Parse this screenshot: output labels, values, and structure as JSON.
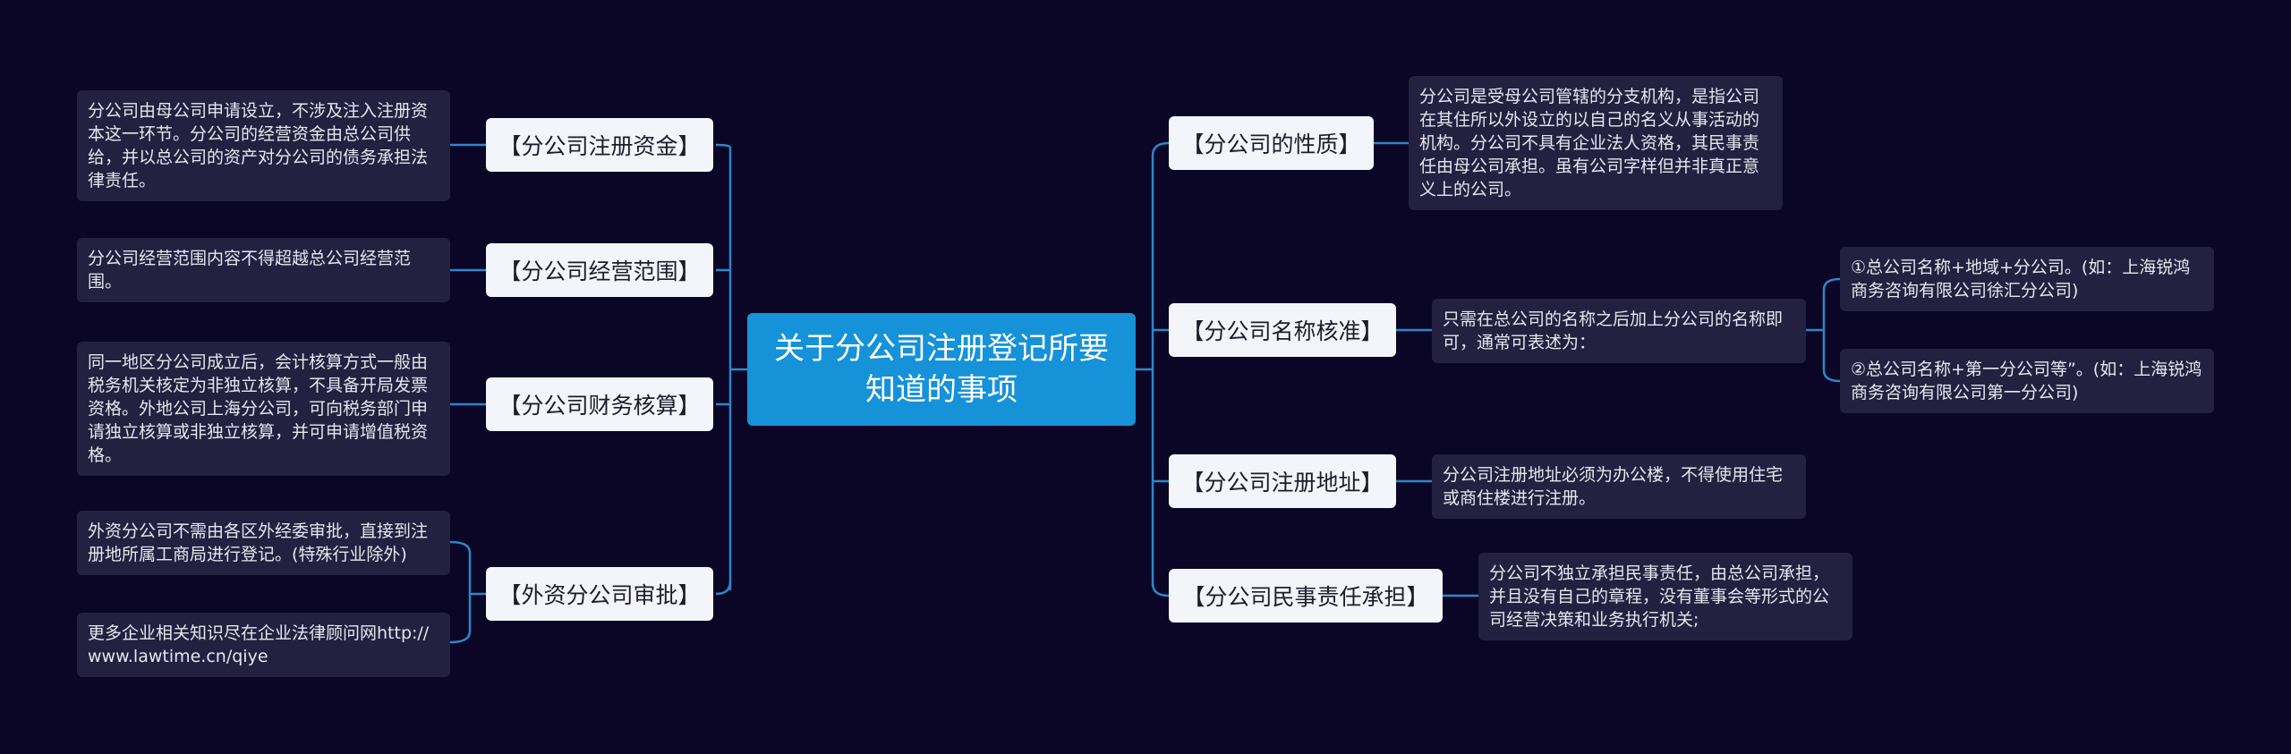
{
  "root": {
    "label": "关于分公司注册登记所要知道的事项"
  },
  "left": [
    {
      "label": "【分公司注册资金】",
      "notes": [
        "分公司由母公司申请设立，不涉及注入注册资本这一环节。分公司的经营资金由总公司供给，并以总公司的资产对分公司的债务承担法律责任。"
      ]
    },
    {
      "label": "【分公司经营范围】",
      "notes": [
        "分公司经营范围内容不得超越总公司经营范围。"
      ]
    },
    {
      "label": "【分公司财务核算】",
      "notes": [
        "同一地区分公司成立后，会计核算方式一般由税务机关核定为非独立核算，不具备开局发票资格。外地公司上海分公司，可向税务部门申请独立核算或非独立核算，并可申请增值税资格。"
      ]
    },
    {
      "label": "【外资分公司审批】",
      "notes": [
        "外资分公司不需由各区外经委审批，直接到注册地所属工商局进行登记。(特殊行业除外)",
        "更多企业相关知识尽在企业法律顾问网http://www.lawtime.cn/qiye"
      ]
    }
  ],
  "right": [
    {
      "label": "【分公司的性质】",
      "notes": [
        "分公司是受母公司管辖的分支机构，是指公司在其住所以外设立的以自己的名义从事活动的机构。分公司不具有企业法人资格，其民事责任由母公司承担。虽有公司字样但并非真正意义上的公司。"
      ]
    },
    {
      "label": "【分公司名称核准】",
      "notes": [
        "只需在总公司的名称之后加上分公司的名称即可，通常可表述为："
      ],
      "sub": [
        "①总公司名称+地域+分公司。(如：上海锐鸿商务咨询有限公司徐汇分公司)",
        "②总公司名称+第一分公司等”。(如：上海锐鸿商务咨询有限公司第一分公司)"
      ]
    },
    {
      "label": "【分公司注册地址】",
      "notes": [
        "分公司注册地址必须为办公楼，不得使用住宅或商住楼进行注册。"
      ]
    },
    {
      "label": "【分公司民事责任承担】",
      "notes": [
        "分公司不独立承担民事责任，由总公司承担，并且没有自己的章程，没有董事会等形式的公司经营决策和业务执行机关;"
      ]
    }
  ]
}
